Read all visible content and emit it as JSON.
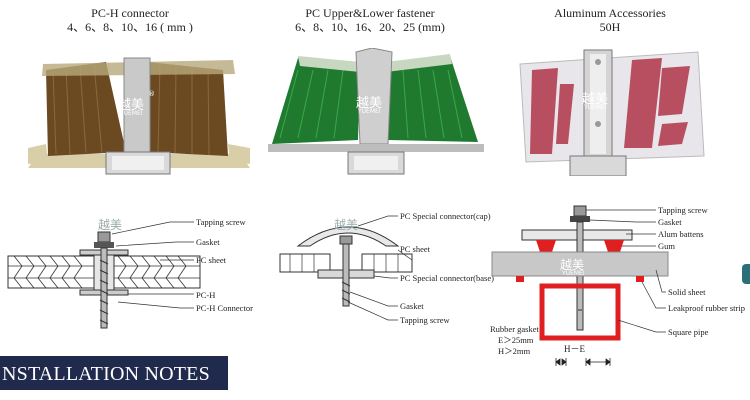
{
  "panels": [
    {
      "title": "PC-H connector",
      "subtitle": "4、6、8、10、16 ( mm )"
    },
    {
      "title": "PC Upper&Lower fastener",
      "subtitle": "6、8、10、16、20、25 (mm)"
    },
    {
      "title": "Aluminum Accessories",
      "subtitle": "50H"
    }
  ],
  "watermark": {
    "cn": "越美",
    "en": "YUEMEI",
    "reg": "®"
  },
  "diagram1": {
    "labels": [
      "Tapping screw",
      "Gasket",
      "PC sheet",
      "PC-H",
      "PC-H Connector"
    ]
  },
  "diagram2": {
    "labels": [
      "PC Special connector(cap)",
      "PC sheet",
      "PC Special connector(base)",
      "Gasket",
      "Tapping screw"
    ]
  },
  "diagram3": {
    "labels": [
      "Tapping screw",
      "Gasket",
      "Alum battens",
      "Gum",
      "Solid sheet",
      "Leakproof rubber strip",
      "Square pipe"
    ],
    "rubber_title": "Rubber gasket",
    "rubber_e": "E＞25mm",
    "rubber_h": "H＞2mm",
    "dim": "H－E"
  },
  "banner": {
    "text": "NSTALLATION NOTES"
  },
  "colors": {
    "banner": "#1f2a4d",
    "red": "#e02020",
    "green": "#2f8a3a"
  }
}
